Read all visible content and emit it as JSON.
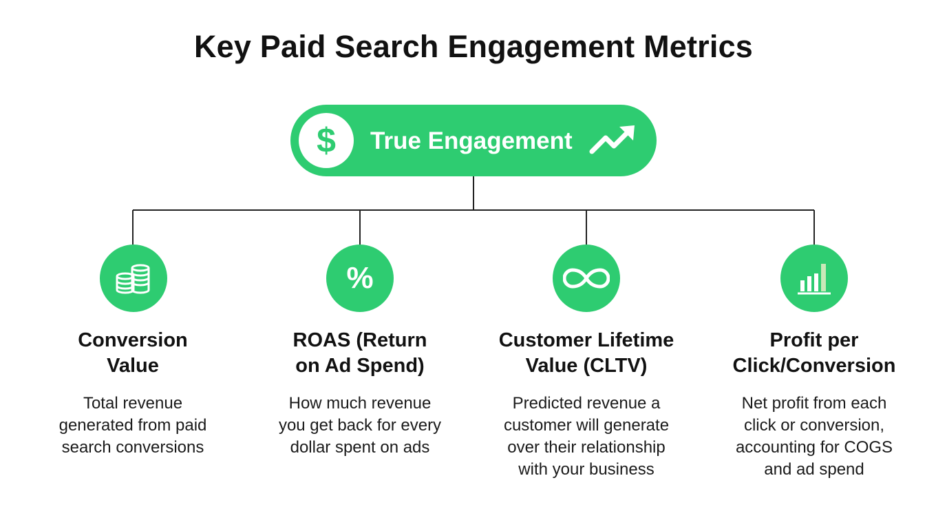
{
  "title": "Key Paid Search Engagement Metrics",
  "root": {
    "label": "True Engagement",
    "icon": "dollar-sign-icon",
    "icon_glyph": "$",
    "trend_icon": "trending-up-icon"
  },
  "colors": {
    "accent": "#2ecc71",
    "text": "#111111",
    "connector": "#222222"
  },
  "metrics": [
    {
      "icon": "coin-stacks-icon",
      "title_lines": [
        "Conversion",
        "Value"
      ],
      "desc_lines": [
        "Total revenue",
        "generated from paid",
        "search conversions"
      ]
    },
    {
      "icon": "percent-icon",
      "icon_glyph": "%",
      "title_lines": [
        "ROAS (Return",
        "on Ad Spend)"
      ],
      "desc_lines": [
        "How much revenue",
        "you get back for every",
        "dollar spent on ads"
      ]
    },
    {
      "icon": "infinity-icon",
      "title_lines": [
        "Customer Lifetime",
        "Value (CLTV)"
      ],
      "desc_lines": [
        "Predicted revenue a",
        "customer will generate",
        "over their relationship",
        "with your business"
      ]
    },
    {
      "icon": "bar-chart-icon",
      "title_lines": [
        "Profit per",
        "Click/Conversion"
      ],
      "desc_lines": [
        "Net profit from each",
        "click or conversion,",
        "accounting for COGS",
        "and ad spend"
      ]
    }
  ]
}
